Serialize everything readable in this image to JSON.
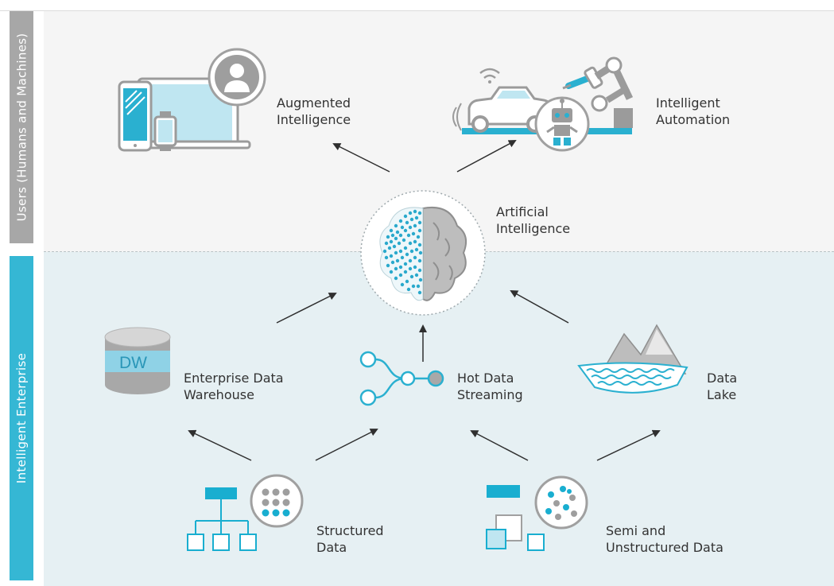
{
  "sidebar": {
    "users_label": "Users (Humans and Machines)",
    "enterprise_label": "Intelligent Enterprise"
  },
  "nodes": {
    "augmented": {
      "line1": "Augmented",
      "line2": "Intelligence"
    },
    "automation": {
      "line1": "Intelligent",
      "line2": "Automation"
    },
    "ai": {
      "line1": "Artificial",
      "line2": "Intelligence"
    },
    "warehouse": {
      "line1": "Enterprise Data",
      "line2": "Warehouse",
      "icon_text": "DW"
    },
    "streaming": {
      "line1": "Hot Data",
      "line2": "Streaming"
    },
    "lake": {
      "line1": "Data",
      "line2": "Lake"
    },
    "structured": {
      "line1": "Structured",
      "line2": "Data"
    },
    "semi": {
      "line1": "Semi and",
      "line2": "Unstructured Data"
    }
  },
  "colors": {
    "accent": "#19aed0",
    "users_sidebar": "#a7a7a7",
    "enterprise_sidebar": "#35b7d4",
    "users_zone": "#f5f5f5",
    "enterprise_zone": "#e6f0f3"
  }
}
